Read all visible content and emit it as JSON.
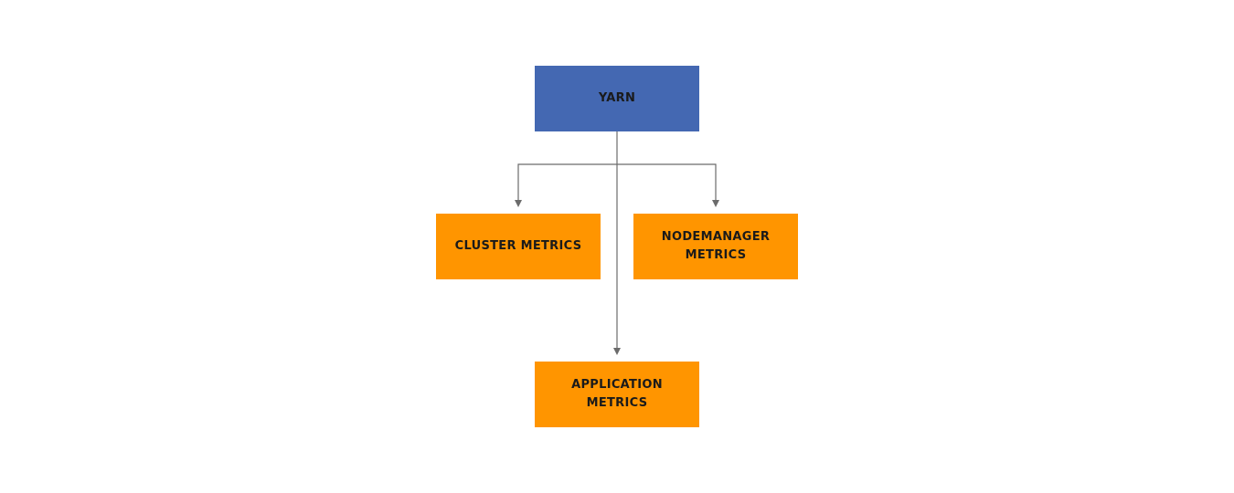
{
  "diagram": {
    "nodes": {
      "yarn": {
        "label": "YARN",
        "color": "#4468b2"
      },
      "cluster_metrics": {
        "label": "CLUSTER METRICS",
        "color": "#ff9500"
      },
      "nodemanager_metrics": {
        "label": "NODEMANAGER\nMETRICS",
        "color": "#ff9500"
      },
      "application_metrics": {
        "label": "APPLICATION\nMETRICS",
        "color": "#ff9500"
      }
    },
    "edges": [
      {
        "from": "YARN",
        "to": "CLUSTER METRICS"
      },
      {
        "from": "YARN",
        "to": "NODEMANAGER METRICS"
      },
      {
        "from": "YARN",
        "to": "APPLICATION METRICS"
      }
    ],
    "connector_color": "#6b6b6b"
  }
}
